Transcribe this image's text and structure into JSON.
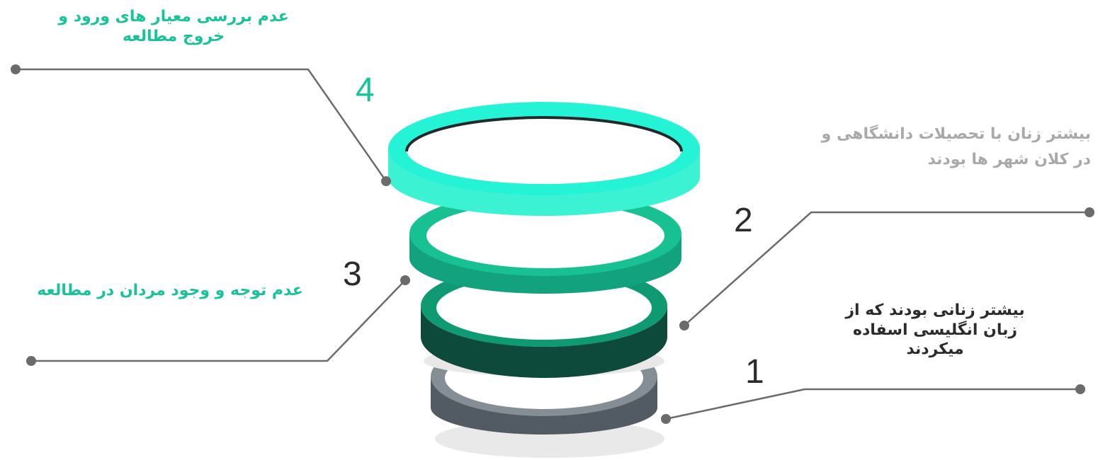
{
  "colors": {
    "ring1": "#5a6068",
    "ring2": "#0f6e55",
    "ring3": "#16b58b",
    "ring4": "#2af5d8",
    "label4": "#19c39a",
    "label3": "#19c39a",
    "label2": "#a9a9a9",
    "label1": "#2b2b2b",
    "connector": "#6b6b6b",
    "number_text": "#2b2b2b",
    "number4": "#19c39a"
  },
  "items": [
    {
      "number": "1",
      "text": "بیشتر زنانی بودند که از زبان انگلیسی اسفاده میکردند"
    },
    {
      "number": "2",
      "text": "بیشتر زنان با تحصیلات دانشگاهی و در کلان شهر ها بودند"
    },
    {
      "number": "3",
      "text": "عدم توجه و وجود مردان در مطالعه"
    },
    {
      "number": "4",
      "text": "عدم بررسی معیار های ورود و خروج مطالعه"
    }
  ]
}
